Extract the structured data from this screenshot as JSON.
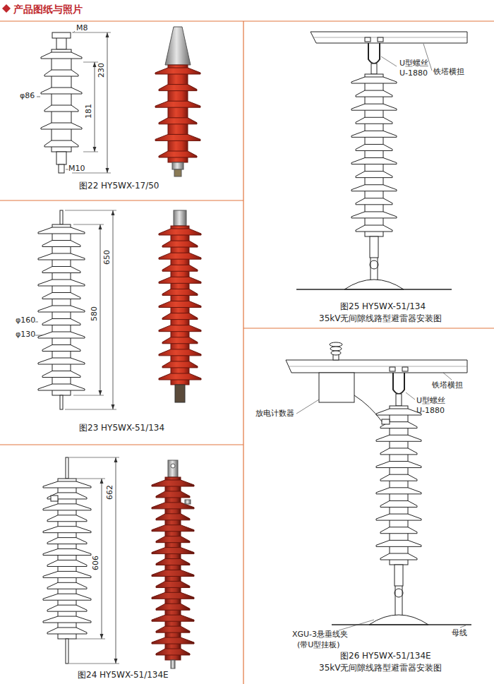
{
  "diagram": {
    "title": "产品图纸与照片",
    "labels": [
      "M8",
      "φ86",
      "181",
      "230",
      "M10",
      "图22 HY5WX-17/50",
      "580",
      "650",
      "φ160",
      "φ130",
      "图23 HY5WX-51/134",
      "606",
      "662",
      "图24 HY5WX-51/134E",
      "铁塔横担",
      "U型螺丝",
      "U-1880",
      "图25 HY5WX-51/134",
      "35kV无间隙线路型避雷器安装图",
      "铁塔横担",
      "U型螺丝",
      "U-1880",
      "放电计数器",
      "XGU-3悬垂线夹",
      "(带U型挂板)",
      "母线",
      "图26 HY5WX-51/134E",
      "35kV无间隙线路型避雷器安装图"
    ]
  }
}
